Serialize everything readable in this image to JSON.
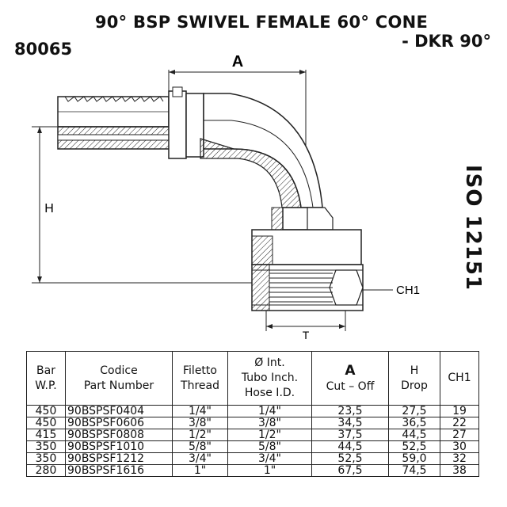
{
  "title": {
    "line1": "90° BSP SWIVEL FEMALE 60° CONE",
    "line2": "- DKR 90°"
  },
  "code": "80065",
  "standard": "ISO 12151",
  "drawing": {
    "dim_a": "A",
    "dim_h": "H",
    "dim_ch1": "CH1",
    "dim_t": "T"
  },
  "table": {
    "headers": {
      "bar": "Bar",
      "wp": "W.P.",
      "codice": "Codice",
      "part_number": "Part Number",
      "filetto": "Filetto",
      "thread": "Thread",
      "int": "Ø Int.",
      "tubo": "Tubo Inch.",
      "hose": "Hose I.D.",
      "a": "A",
      "cutoff": "Cut – Off",
      "h": "H",
      "drop": "Drop",
      "ch1": "CH1"
    },
    "rows": [
      {
        "bar": "450",
        "part": "90BSPSF0404",
        "thread": "1/4\"",
        "hose": "1/4\"",
        "a": "23,5",
        "h": "27,5",
        "ch1": "19"
      },
      {
        "bar": "450",
        "part": "90BSPSF0606",
        "thread": "3/8\"",
        "hose": "3/8\"",
        "a": "34,5",
        "h": "36,5",
        "ch1": "22"
      },
      {
        "bar": "415",
        "part": "90BSPSF0808",
        "thread": "1/2\"",
        "hose": "1/2\"",
        "a": "37,5",
        "h": "44,5",
        "ch1": "27"
      },
      {
        "bar": "350",
        "part": "90BSPSF1010",
        "thread": "5/8\"",
        "hose": "5/8\"",
        "a": "44,5",
        "h": "52,5",
        "ch1": "30"
      },
      {
        "bar": "350",
        "part": "90BSPSF1212",
        "thread": "3/4\"",
        "hose": "3/4\"",
        "a": "52,5",
        "h": "59,0",
        "ch1": "32"
      },
      {
        "bar": "280",
        "part": "90BSPSF1616",
        "thread": "1\"",
        "hose": "1\"",
        "a": "67,5",
        "h": "74,5",
        "ch1": "38"
      }
    ]
  }
}
